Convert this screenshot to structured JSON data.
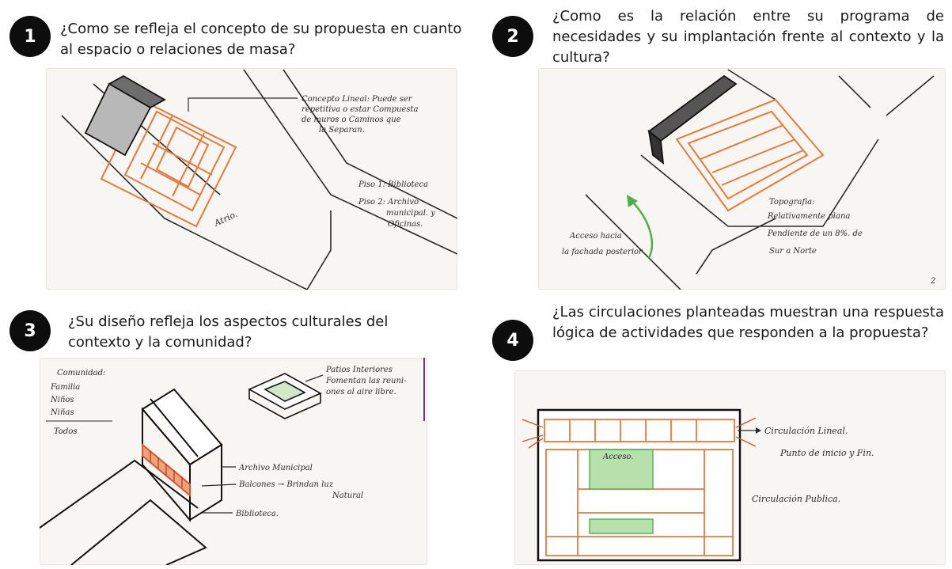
{
  "panels": [
    {
      "number": "1",
      "question": "¿Como se refleja el concepto de su propuesta en cuanto al espacio o relaciones de masa?",
      "notes": {
        "concepto": [
          "Concepto Lineal: Puede ser",
          "repetitiva o estar Compuesta",
          "de muros o Caminos que",
          "la Separan."
        ],
        "pisos": [
          "Piso 1: Biblioteca",
          "Piso 2: Archivo",
          "municipal. y",
          "Oficinas."
        ],
        "atrio": "Atrio."
      }
    },
    {
      "number": "2",
      "question": "¿Como es la relación entre su programa de necesidades y su implantación frente al contexto y la cultura?",
      "notes": {
        "topografia": [
          "Topografia:",
          "Relativamente plana",
          "Pendiente de un 8%. de",
          "Sur a Norte"
        ],
        "acceso": [
          "Acceso hacia",
          "la fachada posterior"
        ],
        "page_mark": "2"
      }
    },
    {
      "number": "3",
      "question": "¿Su diseño refleja los aspectos culturales del contexto y la comunidad?",
      "notes": {
        "comunidad": [
          "Comunidad:",
          "Familia",
          "Niños",
          "Niñas",
          "Todos"
        ],
        "patios": [
          "Patios Interiores",
          "Fomentan las reuni-",
          "ones al aire libre."
        ],
        "archivo": "Archivo Municipal",
        "balcones": [
          "Balcones → Brindan luz",
          "Natural"
        ],
        "biblioteca": "Biblioteca."
      }
    },
    {
      "number": "4",
      "question": "¿Las circulaciones planteadas muestran una respuesta lógica de actividades que responden a la propuesta?",
      "notes": {
        "acceso": "Acceso.",
        "circ_lineal": "Circulación Lineal.",
        "punto": "Punto de inicio y Fin.",
        "circ_publica": "Circulación Publica."
      }
    }
  ],
  "colors": {
    "orange": "#e8793a",
    "green": "#4fae4a",
    "red": "#d9532b",
    "ink": "#2a2a2a"
  }
}
